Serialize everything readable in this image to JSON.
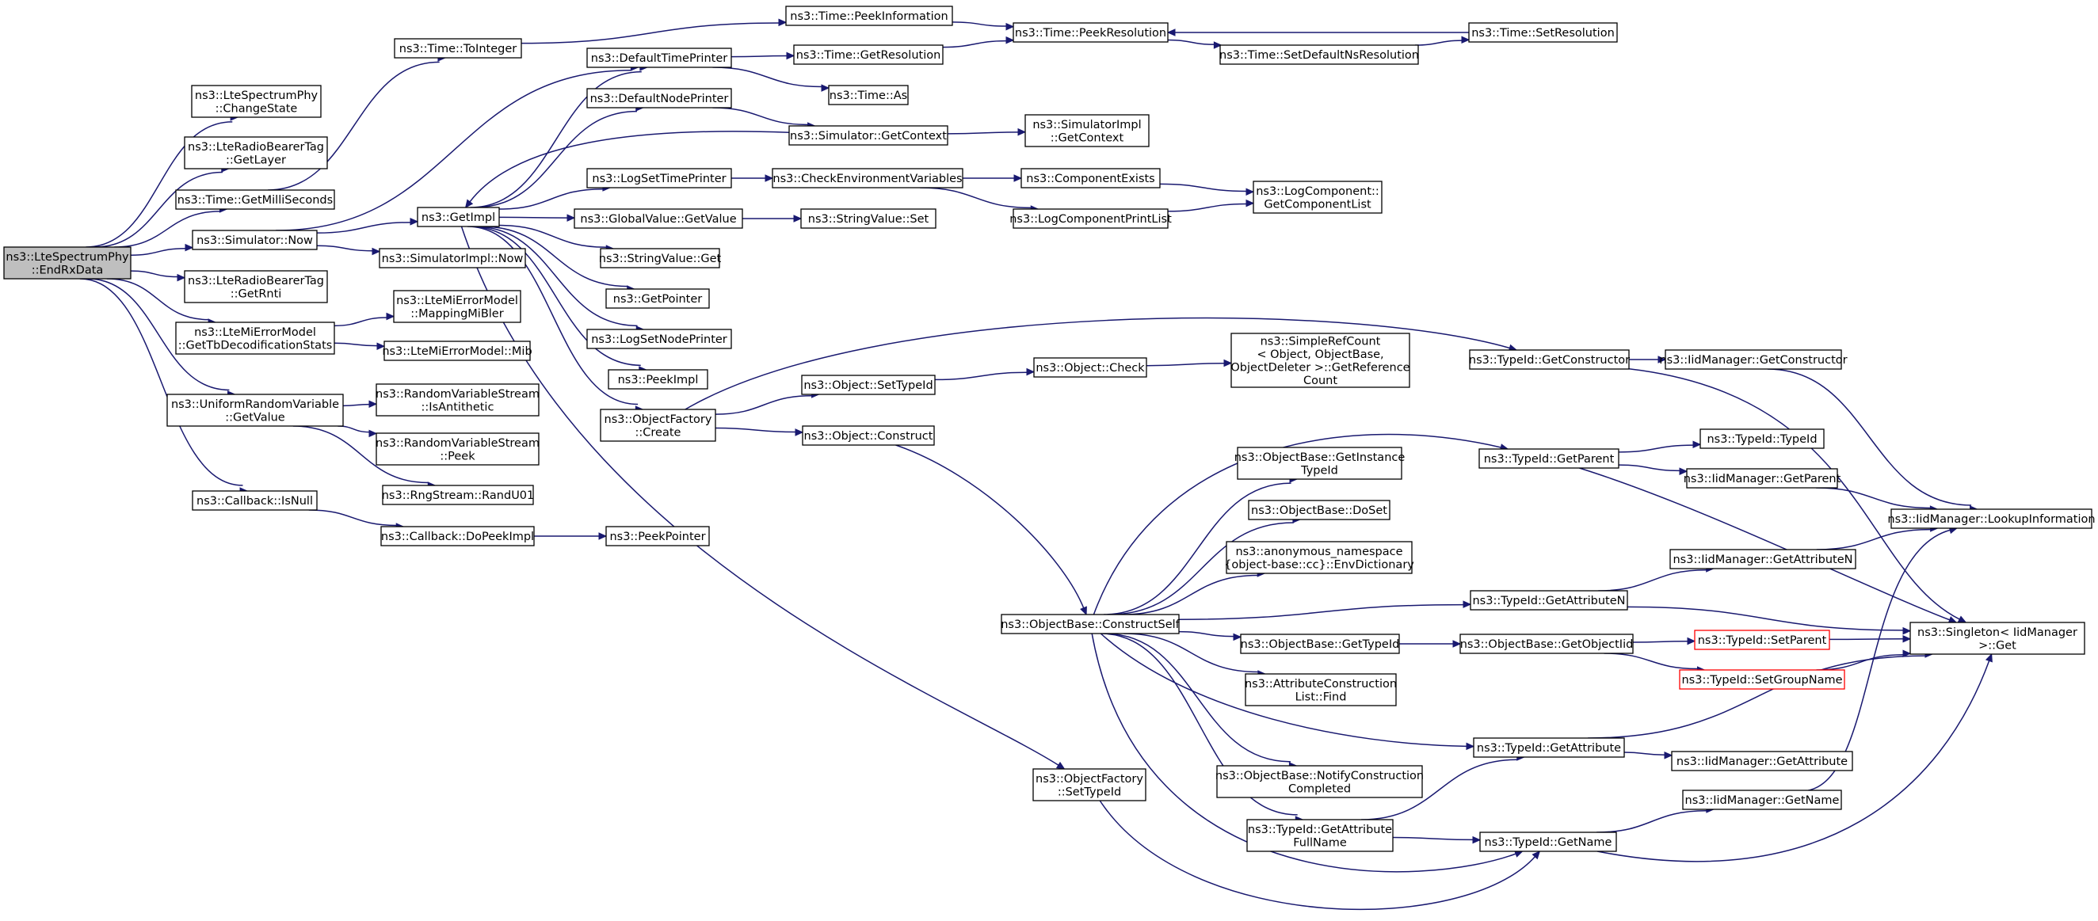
{
  "nodes": {
    "endrx": [
      "ns3::LteSpectrumPhy",
      "::EndRxData"
    ],
    "changestate": [
      "ns3::LteSpectrumPhy",
      "::ChangeState"
    ],
    "getlayer": [
      "ns3::LteRadioBearerTag",
      "::GetLayer"
    ],
    "getmilli": [
      "ns3::Time::GetMilliSeconds"
    ],
    "simnow": [
      "ns3::Simulator::Now"
    ],
    "getrnti": [
      "ns3::LteRadioBearerTag",
      "::GetRnti"
    ],
    "gettbdec": [
      "ns3::LteMiErrorModel",
      "::GetTbDecodificationStats"
    ],
    "uniformget": [
      "ns3::UniformRandomVariable",
      "::GetValue"
    ],
    "cbisnull": [
      "ns3::Callback::IsNull"
    ],
    "tointeger": [
      "ns3::Time::ToInteger"
    ],
    "getimpl": [
      "ns3::GetImpl"
    ],
    "simimplnow": [
      "ns3::SimulatorImpl::Now"
    ],
    "mappingmibler": [
      "ns3::LteMiErrorModel",
      "::MappingMiBler"
    ],
    "mib": [
      "ns3::LteMiErrorModel::Mib"
    ],
    "isantithetic": [
      "ns3::RandomVariableStream",
      "::IsAntithetic"
    ],
    "peek": [
      "ns3::RandomVariableStream",
      "::Peek"
    ],
    "randu01": [
      "ns3::RngStream::RandU01"
    ],
    "dopeekimpl": [
      "ns3::Callback::DoPeekImpl"
    ],
    "peekpointer": [
      "ns3::PeekPointer"
    ],
    "deftimeprinter": [
      "ns3::DefaultTimePrinter"
    ],
    "defnodeprinter": [
      "ns3::DefaultNodePrinter"
    ],
    "logsettimeprinter": [
      "ns3::LogSetTimePrinter"
    ],
    "globalvalueget": [
      "ns3::GlobalValue::GetValue"
    ],
    "stringvalueget": [
      "ns3::StringValue::Get"
    ],
    "getpointer": [
      "ns3::GetPointer"
    ],
    "logsetnodeprinter": [
      "ns3::LogSetNodePrinter"
    ],
    "peekimpl": [
      "ns3::PeekImpl"
    ],
    "objfactcreate": [
      "ns3::ObjectFactory",
      "::Create"
    ],
    "objfactsettypeid": [
      "ns3::ObjectFactory",
      "::SetTypeId"
    ],
    "peekinformation": [
      "ns3::Time::PeekInformation"
    ],
    "timegetresolution": [
      "ns3::Time::GetResolution"
    ],
    "timeas": [
      "ns3::Time::As"
    ],
    "simgetcontext": [
      "ns3::Simulator::GetContext"
    ],
    "checkenv": [
      "ns3::CheckEnvironmentVariables"
    ],
    "stringvalueset": [
      "ns3::StringValue::Set"
    ],
    "objsettypeid": [
      "ns3::Object::SetTypeId"
    ],
    "objconstruct": [
      "ns3::Object::Construct"
    ],
    "peekresolution": [
      "ns3::Time::PeekResolution"
    ],
    "setdefaultns": [
      "ns3::Time::SetDefaultNsResolution"
    ],
    "setresolution": [
      "ns3::Time::SetResolution"
    ],
    "simimplgetcontext": [
      "ns3::SimulatorImpl",
      "::GetContext"
    ],
    "componentexists": [
      "ns3::ComponentExists"
    ],
    "logcompprintlist": [
      "ns3::LogComponentPrintList"
    ],
    "getcomplist": [
      "ns3::LogComponent::",
      "GetComponentList"
    ],
    "objcheck": [
      "ns3::Object::Check"
    ],
    "simplerefcount": [
      "ns3::SimpleRefCount",
      "< Object, ObjectBase,",
      "ObjectDeleter >::GetReference",
      "Count"
    ],
    "constructself": [
      "ns3::ObjectBase::ConstructSelf"
    ],
    "getinstancetypeid": [
      "ns3::ObjectBase::GetInstance",
      "TypeId"
    ],
    "doset": [
      "ns3::ObjectBase::DoSet"
    ],
    "envdictionary": [
      "ns3::anonymous_namespace",
      "{object-base::cc}::EnvDictionary"
    ],
    "obgettypeid": [
      "ns3::ObjectBase::GetTypeId"
    ],
    "attrconstrfind": [
      "ns3::AttributeConstruction",
      "List::Find"
    ],
    "notifyconstr": [
      "ns3::ObjectBase::NotifyConstruction",
      "Completed"
    ],
    "getattrfullname": [
      "ns3::TypeId::GetAttribute",
      "FullName"
    ],
    "tidgetconstructor": [
      "ns3::TypeId::GetConstructor"
    ],
    "tidgetparent": [
      "ns3::TypeId::GetParent"
    ],
    "tidgetattributen": [
      "ns3::TypeId::GetAttributeN"
    ],
    "getobjectiid": [
      "ns3::ObjectBase::GetObjectIid"
    ],
    "tidgetattribute": [
      "ns3::TypeId::GetAttribute"
    ],
    "tidgetname": [
      "ns3::TypeId::GetName"
    ],
    "iidgetconstructor": [
      "ns3::IidManager::GetConstructor"
    ],
    "typeidctor": [
      "ns3::TypeId::TypeId"
    ],
    "iidgetparent": [
      "ns3::IidManager::GetParent"
    ],
    "iidgetattributen": [
      "ns3::IidManager::GetAttributeN"
    ],
    "tidsetparent": [
      "ns3::TypeId::SetParent"
    ],
    "tidsetgroupname": [
      "ns3::TypeId::SetGroupName"
    ],
    "iidgetattribute": [
      "ns3::IidManager::GetAttribute"
    ],
    "iidgetname": [
      "ns3::IidManager::GetName"
    ],
    "lookupinfo": [
      "ns3::IidManager::LookupInformation"
    ],
    "singletonget": [
      "ns3::Singleton< IidManager",
      ">::Get"
    ]
  }
}
